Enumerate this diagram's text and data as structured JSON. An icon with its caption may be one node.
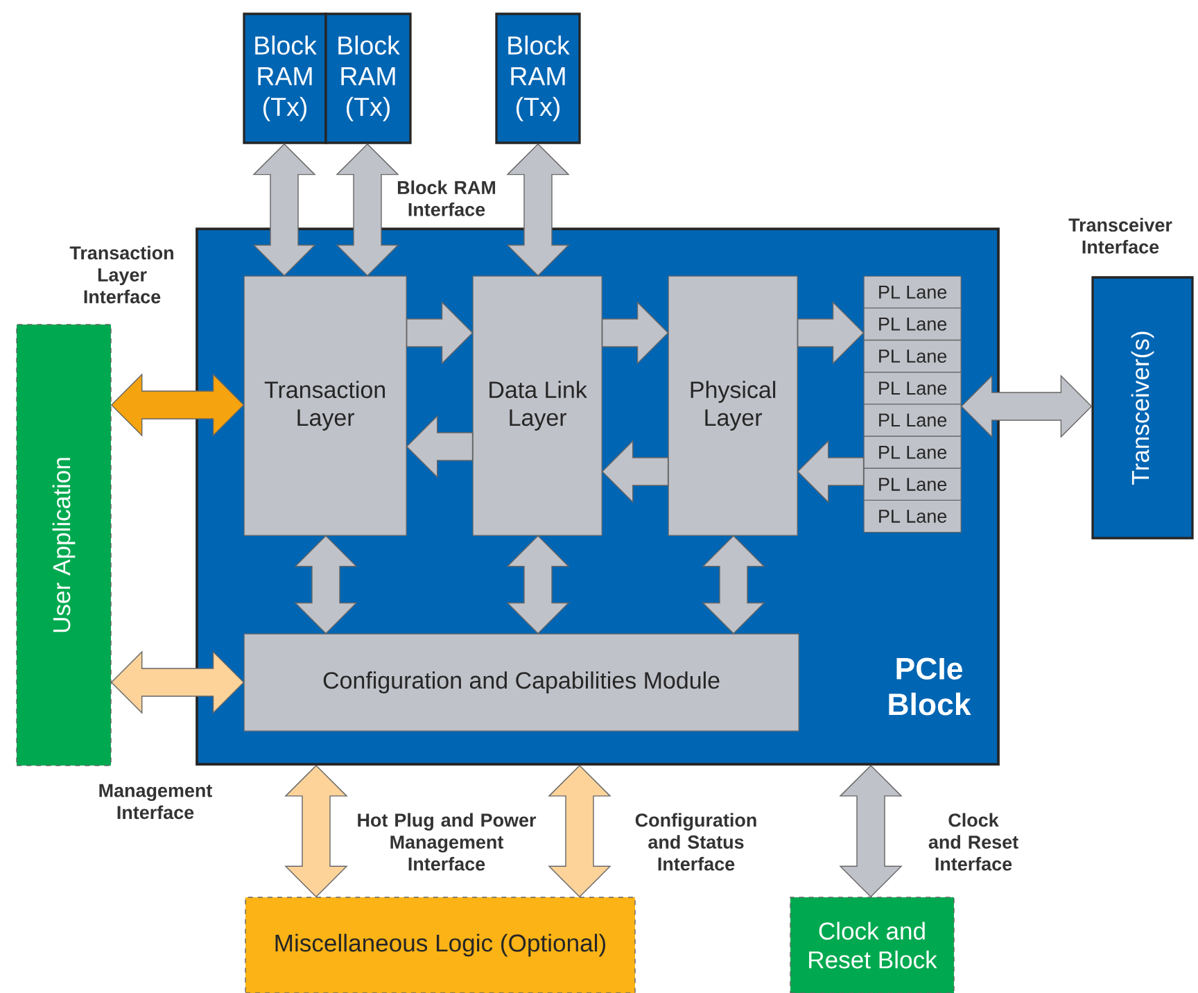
{
  "diagram": {
    "nodes": [
      {
        "text": [
          "Block RAM (Tx)"
        ]
      },
      {
        "text": [
          "Block RAM (Tx)"
        ]
      },
      {
        "text": [
          "Block RAM (Tx)"
        ]
      },
      {
        "text": [
          "PCIe Block"
        ]
      },
      {
        "text": [
          "Transaction Layer"
        ],
        "in": 3
      },
      {
        "text": [
          "Data Link Layer"
        ],
        "in": 3
      },
      {
        "text": [
          "Physical Layer"
        ],
        "in": 3
      },
      {
        "text": [
          "PL Lane"
        ],
        "in": 3
      },
      {
        "text": [
          "PL Lane"
        ],
        "in": 3
      },
      {
        "text": [
          "PL Lane"
        ],
        "in": 3
      },
      {
        "text": [
          "PL Lane"
        ],
        "in": 3
      },
      {
        "text": [
          "PL Lane"
        ],
        "in": 3
      },
      {
        "text": [
          "PL Lane"
        ],
        "in": 3
      },
      {
        "text": [
          "PL Lane"
        ],
        "in": 3
      },
      {
        "text": [
          "PL Lane"
        ],
        "in": 3
      },
      {
        "text": [
          "Configuration and Capabilities Module"
        ],
        "in": 3
      },
      {
        "text": [
          "User Application"
        ]
      },
      {
        "text": [
          "Transceiver(s)"
        ]
      },
      {
        "text": [
          "Miscellaneous Logic (Optional)"
        ]
      },
      {
        "text": [
          "Clock and Reset Block"
        ]
      }
    ],
    "edges": [
      {
        "from": 0,
        "to": 4,
        "arrow": "both"
      },
      {
        "from": 1,
        "to": 4,
        "arrow": "both"
      },
      {
        "from": 2,
        "to": 5,
        "arrow": "both"
      },
      {
        "from": 4,
        "to": 5,
        "arrow": "to"
      },
      {
        "from": 5,
        "to": 4,
        "arrow": "to"
      },
      {
        "from": 5,
        "to": 6,
        "arrow": "to"
      },
      {
        "from": 6,
        "to": 5,
        "arrow": "to"
      },
      {
        "from": 6,
        "to": 8,
        "arrow": "to"
      },
      {
        "from": 13,
        "to": 6,
        "arrow": "to"
      },
      {
        "from": 11,
        "to": 17,
        "arrow": "both"
      },
      {
        "from": 4,
        "to": 15,
        "arrow": "both"
      },
      {
        "from": 5,
        "to": 15,
        "arrow": "both"
      },
      {
        "from": 6,
        "to": 15,
        "arrow": "both"
      },
      {
        "from": 16,
        "to": 4,
        "arrow": "both",
        "color": "#f5a30f"
      },
      {
        "from": 16,
        "to": 15,
        "arrow": "both",
        "color": "#fdd39a"
      },
      {
        "from": 3,
        "to": 18,
        "arrow": "both",
        "color": "#fdd39a"
      },
      {
        "from": 3,
        "to": 18,
        "arrow": "both",
        "color": "#fdd39a"
      },
      {
        "from": 3,
        "to": 19,
        "arrow": "both"
      }
    ],
    "labels": [
      "Block RAM Interface",
      "Transceiver Interface",
      "Transaction Layer Interface",
      "Management Interface",
      "Hot Plug and Power Management Interface",
      "Configuration and Status Interface",
      "Clock and Reset Interface"
    ]
  }
}
